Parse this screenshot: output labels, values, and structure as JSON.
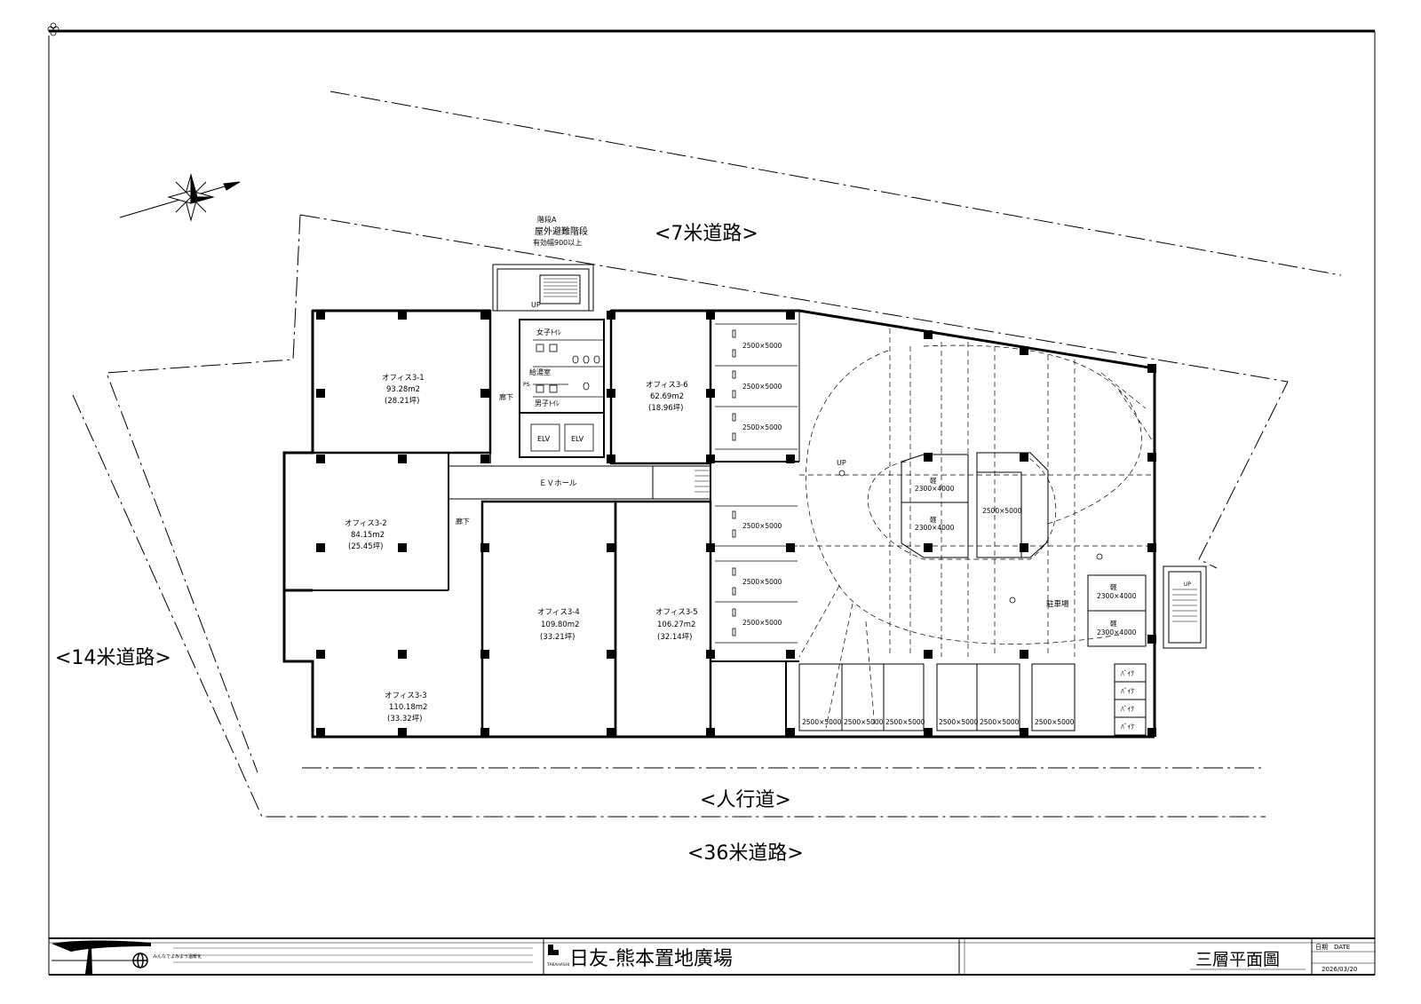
{
  "roads": {
    "north": "<7米道路>",
    "west": "<14米道路>",
    "south_walk": "<人行道>",
    "south": "<36米道路>"
  },
  "stair_a": {
    "line1": "階段A",
    "line2": "屋外避難階段",
    "line3": "有効幅900以上"
  },
  "labels": {
    "up": "UP",
    "corridor": "廊下",
    "ev_hall": "ＥＶホール",
    "women_wc": "女子ﾄｲﾚ",
    "men_wc": "男子ﾄｲﾚ",
    "pantry": "給湯室",
    "ps": "PS",
    "elv": "ELV",
    "parking": "駐車場",
    "light": "軽",
    "bike": "ﾊﾞｲｸ"
  },
  "offices": [
    {
      "name": "オフィス3-1",
      "area": "93.28m2",
      "tsubo": "(28.21坪)"
    },
    {
      "name": "オフィス3-2",
      "area": "84.15m2",
      "tsubo": "(25.45坪)"
    },
    {
      "name": "オフィス3-3",
      "area": "110.18m2",
      "tsubo": "(33.32坪)"
    },
    {
      "name": "オフィス3-4",
      "area": "109.80m2",
      "tsubo": "(33.21坪)"
    },
    {
      "name": "オフィス3-5",
      "area": "106.27m2",
      "tsubo": "(32.14坪)"
    },
    {
      "name": "オフィス3-6",
      "area": "62.69m2",
      "tsubo": "(18.96坪)"
    }
  ],
  "parking_sizes": {
    "standard": "2500×5000",
    "compact": "2300×4000"
  },
  "title_block": {
    "logo_text": "TAKAHASHI",
    "project": "日友-熊本置地廣場",
    "drawing": "三層平面圖",
    "date_label": "日期　DATE",
    "date": "2026/03/20",
    "slogan": "みんなでよみよう温暖化"
  }
}
